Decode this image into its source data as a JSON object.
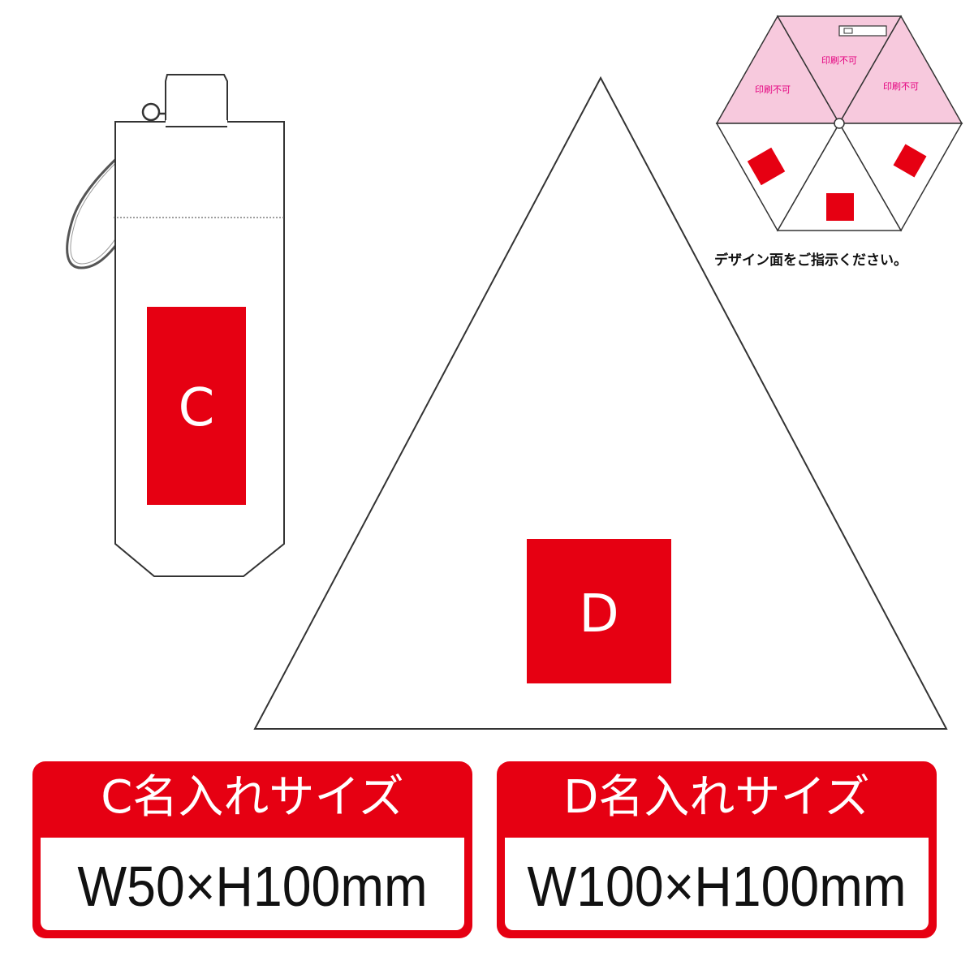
{
  "colors": {
    "print_area": "#e60012",
    "no_print_area": "#f7c9dd",
    "no_print_text": "#e4007f",
    "outline": "#333333"
  },
  "areas": {
    "c_label": "C",
    "d_label": "D"
  },
  "umbrella_top_view": {
    "no_print_labels": [
      "印刷不可",
      "印刷不可",
      "印刷不可"
    ],
    "note": "デザイン面をご指示ください。"
  },
  "size_cards": [
    {
      "title": "C名入れサイズ",
      "value": "W50×H100mm"
    },
    {
      "title": "D名入れサイズ",
      "value": "W100×H100mm"
    }
  ]
}
